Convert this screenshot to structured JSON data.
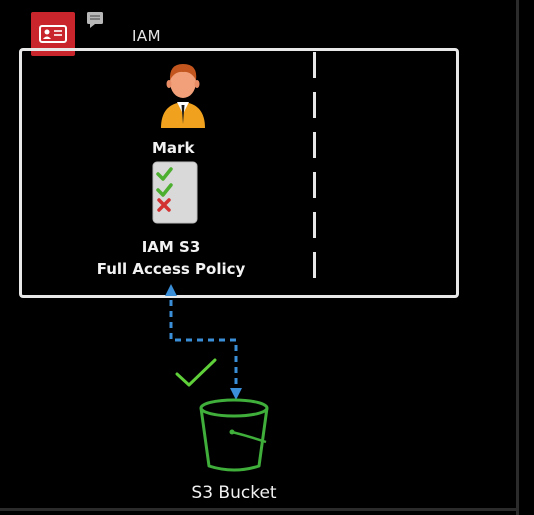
{
  "iam": {
    "label": "IAM"
  },
  "user": {
    "name": "Mark",
    "icon": "user-icon"
  },
  "policy": {
    "line1": "IAM S3",
    "line2": "Full Access Policy",
    "icon": "policy-checklist-icon"
  },
  "bucket": {
    "label": "S3 Bucket",
    "icon": "s3-bucket-icon"
  },
  "colors": {
    "background": "#000000",
    "box_border": "#e8e8e8",
    "iam_badge": "#c9252c",
    "connector": "#3a8fd8",
    "check": "#5fd03a",
    "bucket": "#3fae3a"
  }
}
